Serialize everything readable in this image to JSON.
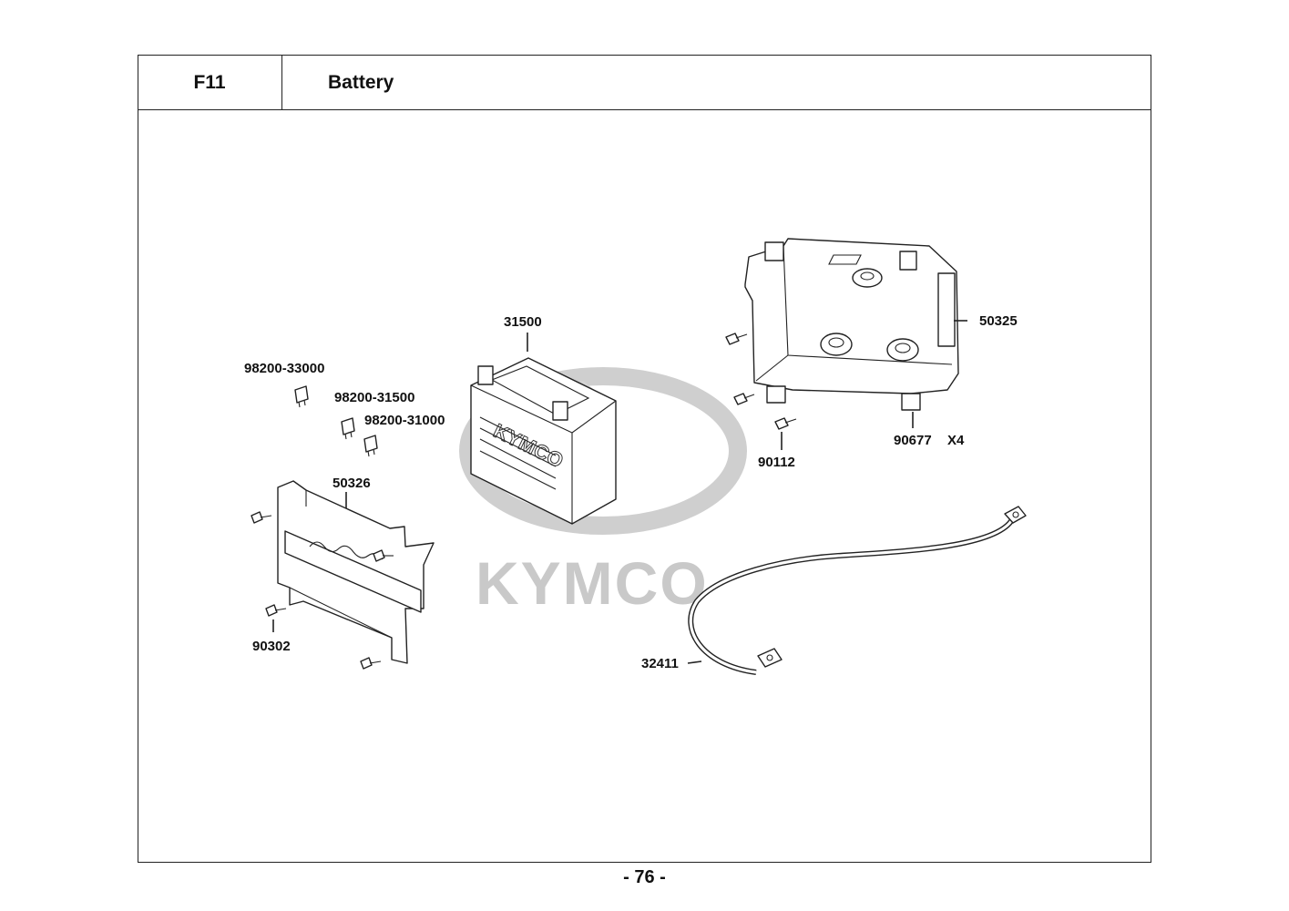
{
  "header": {
    "section_code": "F11",
    "section_title": "Battery"
  },
  "watermark": {
    "brand": "KYMCO"
  },
  "parts": [
    {
      "part_no": "31500",
      "description_id": "battery"
    },
    {
      "part_no": "50325",
      "description_id": "battery-box"
    },
    {
      "part_no": "98200-33000"
    },
    {
      "part_no": "98200-31500"
    },
    {
      "part_no": "98200-31000"
    },
    {
      "part_no": "50326"
    },
    {
      "part_no": "90112"
    },
    {
      "part_no": "90677",
      "qty": "X4"
    },
    {
      "part_no": "90302"
    },
    {
      "part_no": "32411"
    }
  ],
  "footer": {
    "page_number": "- 76 -"
  }
}
